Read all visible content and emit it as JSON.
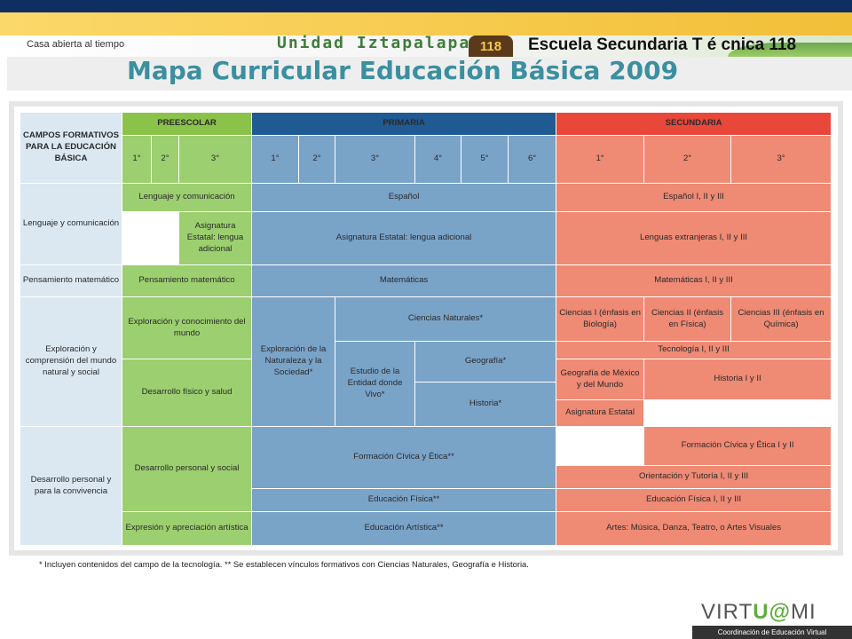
{
  "header": {
    "motto": "Casa abierta al tiempo",
    "unidad": "Unidad Iztapalapa",
    "badge": "118",
    "school": "Escuela Secundaria T é cnica 118",
    "title": "Mapa Curricular Educación Básica 2009"
  },
  "table": {
    "campos_header": "CAMPOS FORMATIVOS PARA LA EDUCACIÓN BÁSICA",
    "levels": {
      "preescolar": "PREESCOLAR",
      "primaria": "PRIMARIA",
      "secundaria": "SECUNDARIA"
    },
    "grades_pre": [
      "1°",
      "2°",
      "3°"
    ],
    "grades_pri": [
      "1°",
      "2°",
      "3°",
      "4°",
      "5°",
      "6°"
    ],
    "grades_sec": [
      "1°",
      "2°",
      "3°"
    ],
    "campos": {
      "lenguaje": "Lenguaje y comunicación",
      "pensamiento": "Pensamiento matemático",
      "exploracion": "Exploración y comprensión del mundo natural y social",
      "desarrollo": "Desarrollo personal y para la convivencia"
    },
    "cells": {
      "pre_lenguaje": "Lenguaje y comunicación",
      "pri_espanol": "Español",
      "sec_espanol": "Español I, II y III",
      "pre_asig_estatal": "Asignatura Estatal: lengua adicional",
      "pri_asig_estatal": "Asignatura Estatal: lengua adicional",
      "sec_lenguas": "Lenguas extranjeras I, II y III",
      "pre_pensamiento": "Pensamiento matemático",
      "pri_matematicas": "Matemáticas",
      "sec_matematicas": "Matemáticas I, II y III",
      "pre_exploracion": "Exploración y conocimiento del mundo",
      "pri_exploracion_naturaleza": "Exploración de la Naturaleza y la Sociedad*",
      "pri_ciencias_naturales": "Ciencias Naturales*",
      "sec_ciencias1": "Ciencias I (énfasis en Biología)",
      "sec_ciencias2": "Ciencias II (énfasis en Física)",
      "sec_ciencias3": "Ciencias III (énfasis en Química)",
      "sec_tecnologia": "Tecnología I, II y III",
      "pri_estudio_entidad": "Estudio de la Entidad donde Vivo*",
      "pri_geografia": "Geografía*",
      "sec_geografia": "Geografía de México y del Mundo",
      "sec_historia": "Historia I y II",
      "pre_desarrollo_fisico": "Desarrollo físico y salud",
      "pri_historia": "Historia*",
      "sec_asig_estatal": "Asignatura Estatal",
      "pre_desarrollo_personal": "Desarrollo personal y social",
      "pri_formacion_civica": "Formación Cívica y Ética**",
      "sec_formacion_civica": "Formación Cívica y Ética I y II",
      "sec_orientacion": "Orientación y Tutoría I, II y III",
      "pri_educacion_fisica": "Educación Física**",
      "sec_educacion_fisica": "Educación Física I, II y III",
      "pre_expresion": "Expresión y apreciación artística",
      "pri_educacion_artistica": "Educación Artística**",
      "sec_artes": "Artes: Música, Danza, Teatro, o Artes Visuales"
    }
  },
  "footnote": "* Incluyen contenidos del campo de la tecnología.  ** Se establecen vínculos formativos con Ciencias Naturales, Geografía e Historia.",
  "footer": {
    "logo_prefix": "VIRT",
    "logo_accent": "U@",
    "logo_suffix": "MI",
    "logo_sub": "Coordinación de Educación Virtual"
  }
}
